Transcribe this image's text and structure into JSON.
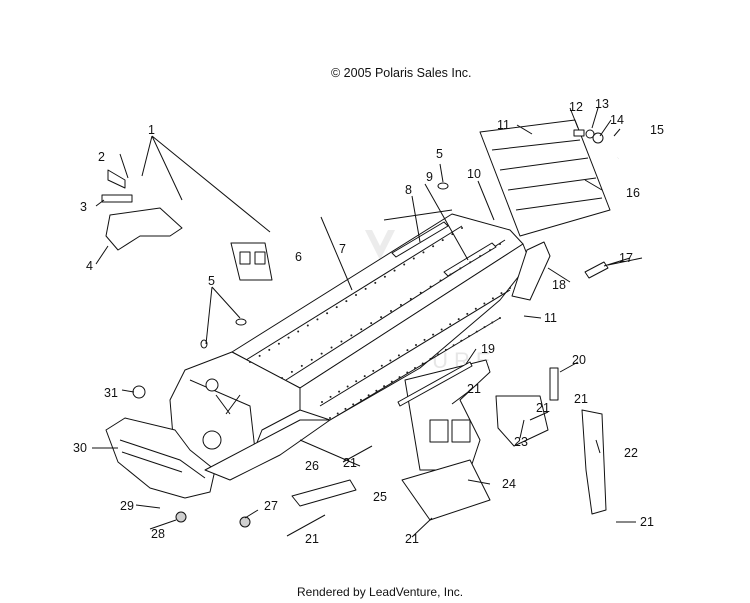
{
  "copyright": "© 2005 Polaris Sales Inc.",
  "footer": "Rendered by LeadVenture, Inc.",
  "watermark": "LEADVENTURE",
  "callouts": {
    "c1": "1",
    "c2": "2",
    "c3": "3",
    "c4": "4",
    "c5a": "5",
    "c5b": "5",
    "c6": "6",
    "c7": "7",
    "c8": "8",
    "c9": "9",
    "c10": "10",
    "c11a": "11",
    "c11b": "11",
    "c12": "12",
    "c13": "13",
    "c14": "14",
    "c15": "15",
    "c16": "16",
    "c17": "17",
    "c18": "18",
    "c19": "19",
    "c20": "20",
    "c21a": "21",
    "c21b": "21",
    "c21c": "21",
    "c21d": "21",
    "c21e": "21",
    "c21f": "21",
    "c21g": "21",
    "c22": "22",
    "c23": "23",
    "c24": "24",
    "c25": "25",
    "c26": "26",
    "c27": "27",
    "c28": "28",
    "c29": "29",
    "c30": "30",
    "c31": "31"
  }
}
